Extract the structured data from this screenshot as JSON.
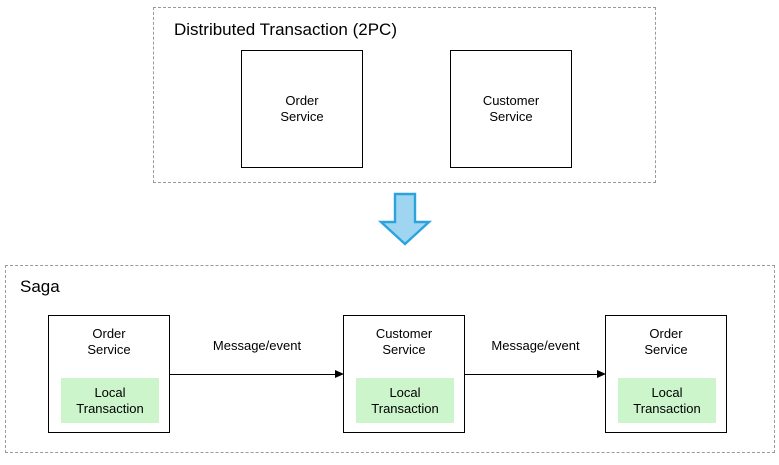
{
  "diagram": {
    "title_top": "Distributed Transaction (2PC)",
    "title_bottom": "Saga",
    "colors": {
      "local_transaction_fill": "#ccf5cc",
      "arrow_fill": "#9fd5f0",
      "arrow_stroke": "#2ba3dd",
      "box_stroke": "#000000",
      "group_stroke": "#9a9a9a",
      "background": "#ffffff"
    },
    "sections": [
      {
        "id": "distributed-transaction-2pc",
        "label": "Distributed Transaction (2PC)",
        "boxes": [
          {
            "id": "order-service",
            "name": "Order\nService"
          },
          {
            "id": "customer-service",
            "name": "Customer\nService"
          }
        ]
      },
      {
        "id": "saga",
        "label": "Saga",
        "boxes": [
          {
            "id": "order-service-1",
            "name": "Order\nService",
            "inner_label": "Local\nTransaction"
          },
          {
            "id": "customer-service",
            "name": "Customer\nService",
            "inner_label": "Local\nTransaction"
          },
          {
            "id": "order-service-2",
            "name": "Order\nService",
            "inner_label": "Local\nTransaction"
          }
        ],
        "connectors": [
          {
            "id": "connector-1",
            "label": "Message/event"
          },
          {
            "id": "connector-2",
            "label": "Message/event"
          }
        ]
      }
    ],
    "transition_arrow": {
      "icon": "down-arrow-icon",
      "direction": "down"
    }
  }
}
